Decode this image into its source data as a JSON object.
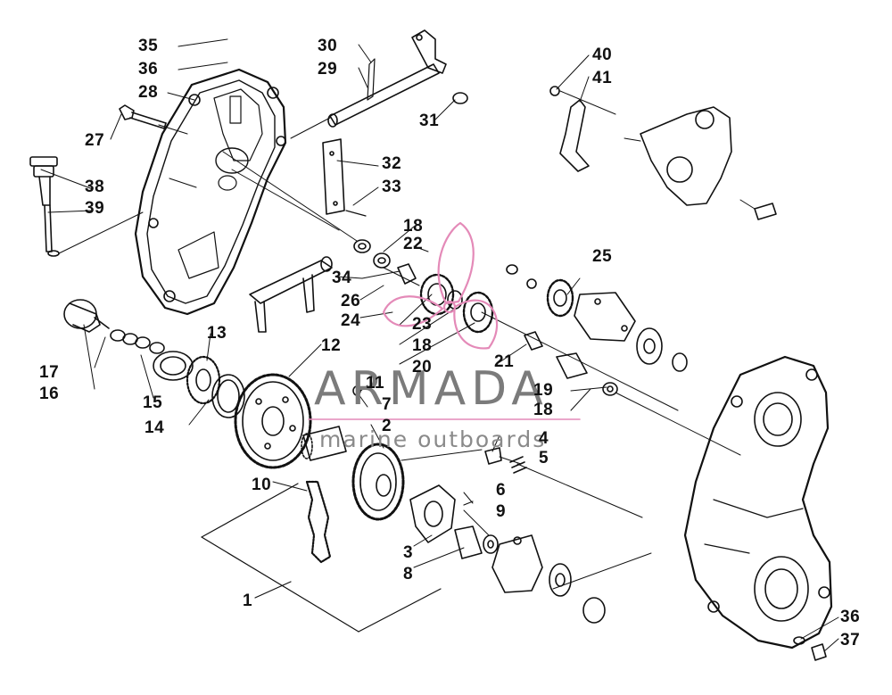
{
  "watermark": {
    "title": "ARMADA",
    "subtitle": "marine outboards",
    "accent_color": "#e48ab8"
  },
  "callouts": {
    "c1": "1",
    "c2": "2",
    "c3": "3",
    "c4": "4",
    "c5": "5",
    "c6": "6",
    "c7": "7",
    "c8": "8",
    "c9": "9",
    "c10": "10",
    "c11": "11",
    "c12": "12",
    "c13": "13",
    "c14": "14",
    "c15": "15",
    "c16": "16",
    "c17": "17",
    "c18a": "18",
    "c18b": "18",
    "c18c": "18",
    "c19": "19",
    "c20": "20",
    "c21": "21",
    "c22": "22",
    "c23": "23",
    "c24": "24",
    "c25": "25",
    "c26": "26",
    "c27": "27",
    "c28": "28",
    "c29": "29",
    "c30": "30",
    "c31": "31",
    "c32": "32",
    "c33": "33",
    "c34": "34",
    "c35": "35",
    "c36a": "36",
    "c36b": "36",
    "c37": "37",
    "c38": "38",
    "c39": "39",
    "c40": "40",
    "c41": "41"
  }
}
